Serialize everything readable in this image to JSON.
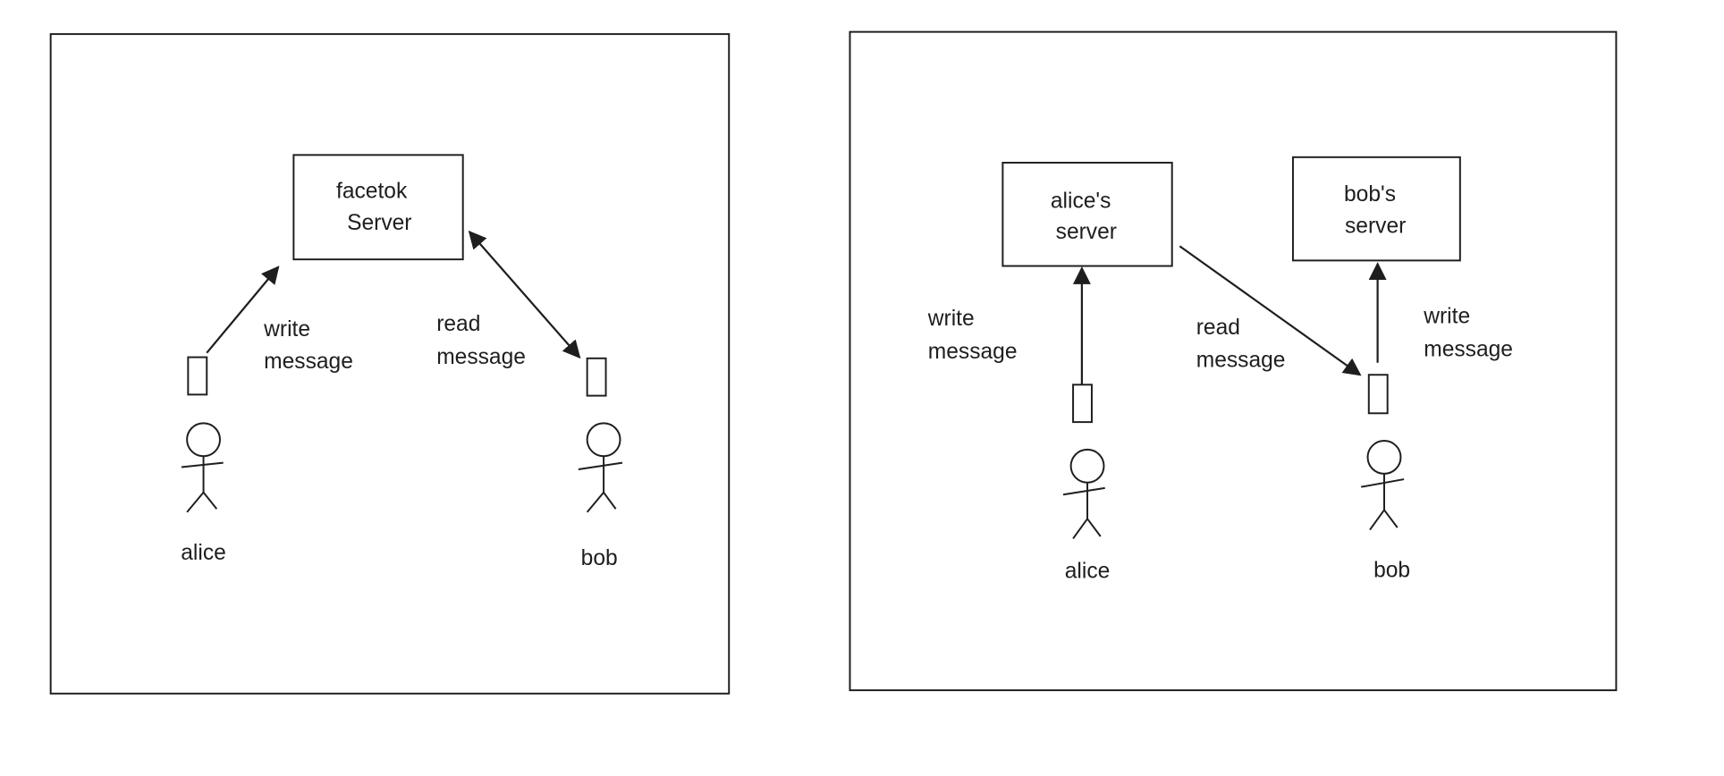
{
  "left_diagram": {
    "server_line1": "facetok",
    "server_line2": "Server",
    "write_line1": "write",
    "write_line2": "message",
    "read_line1": "read",
    "read_line2": "message",
    "alice": "alice",
    "bob": "bob"
  },
  "right_diagram": {
    "alice_server_line1": "alice's",
    "alice_server_line2": "server",
    "bob_server_line1": "bob's",
    "bob_server_line2": "server",
    "alice_write_line1": "write",
    "alice_write_line2": "message",
    "read_line1": "read",
    "read_line2": "message",
    "bob_write_line1": "write",
    "bob_write_line2": "message",
    "alice": "alice",
    "bob": "bob"
  }
}
